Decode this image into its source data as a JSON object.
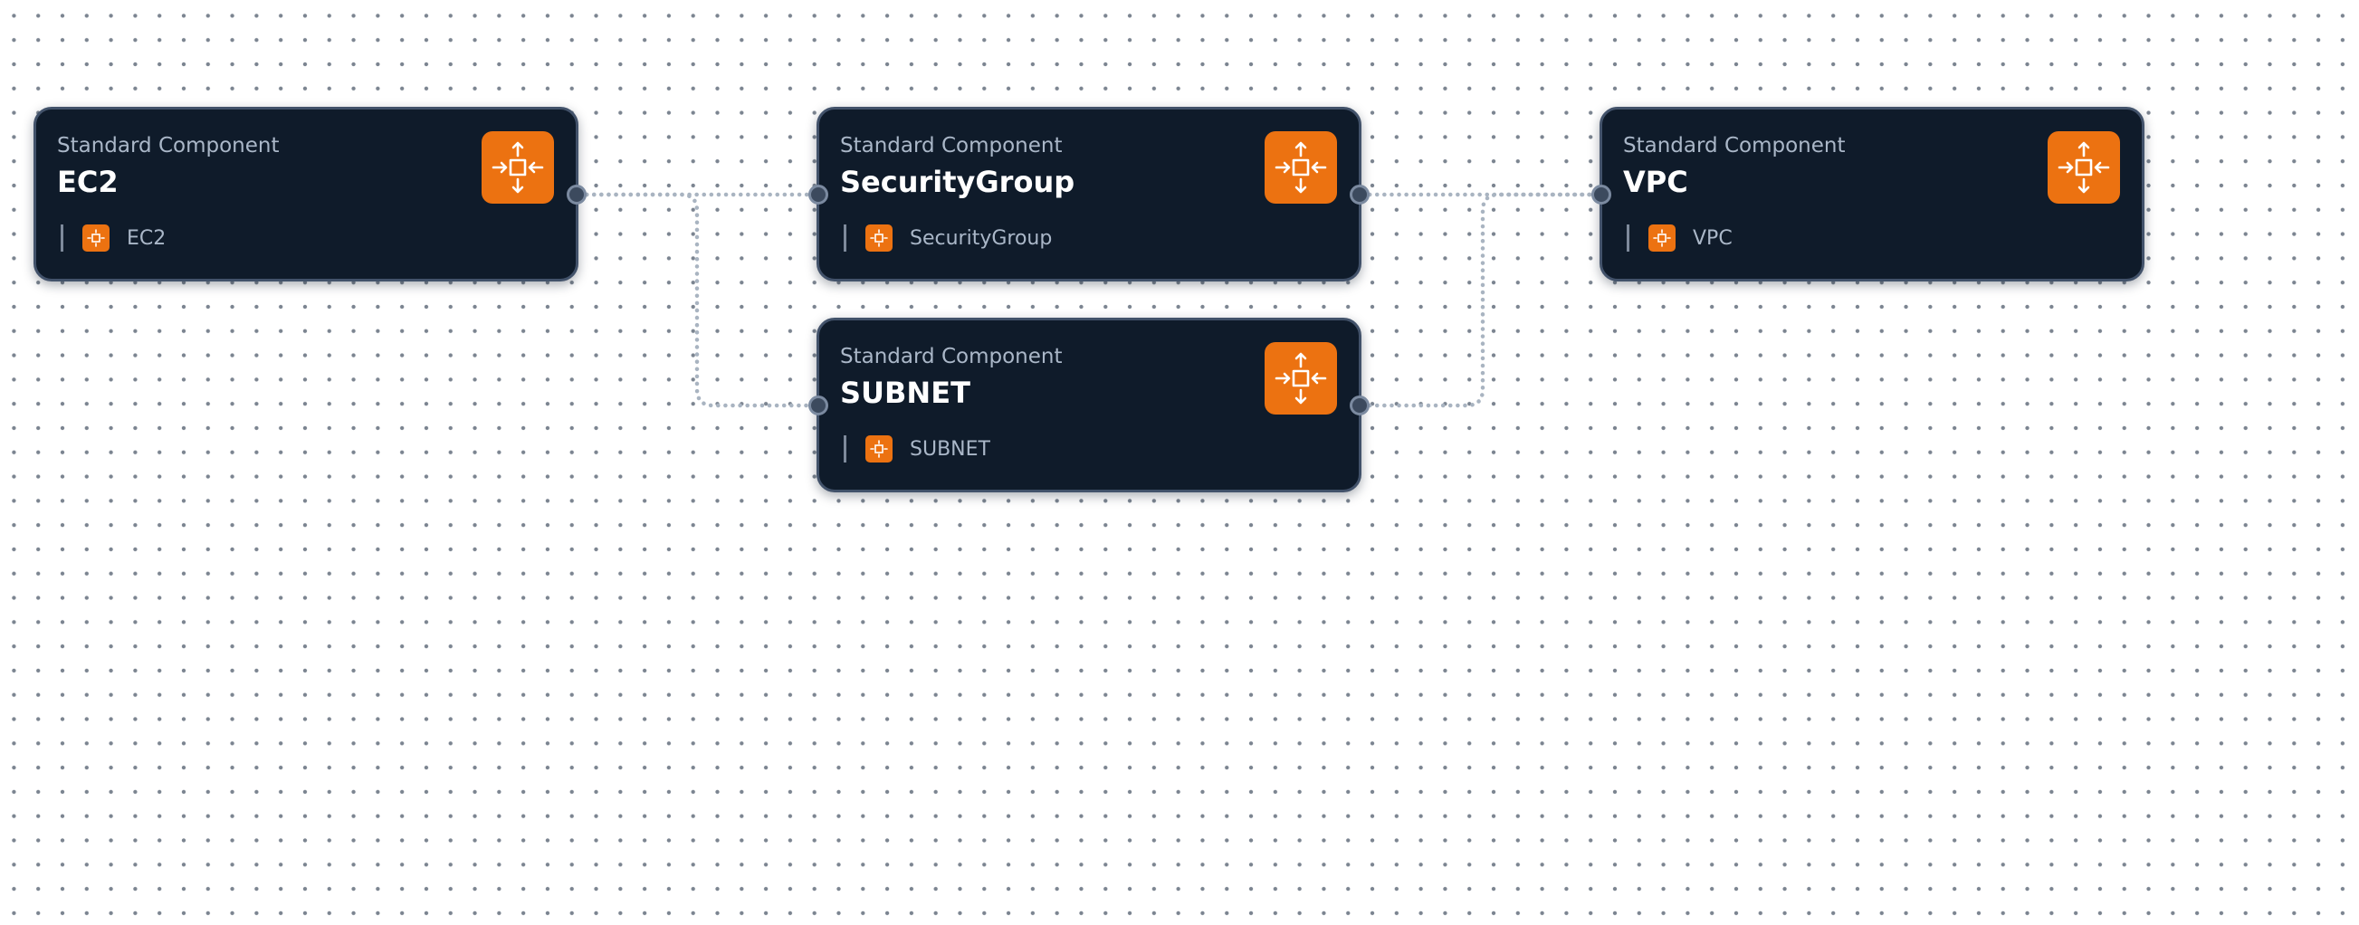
{
  "diagram": {
    "nodes": [
      {
        "id": "ec2",
        "kind": "Standard Component",
        "title": "EC2",
        "meta_label": "EC2",
        "icon": "component-move-icon"
      },
      {
        "id": "securitygroup",
        "kind": "Standard Component",
        "title": "SecurityGroup",
        "meta_label": "SecurityGroup",
        "icon": "component-move-icon"
      },
      {
        "id": "vpc",
        "kind": "Standard Component",
        "title": "VPC",
        "meta_label": "VPC",
        "icon": "component-move-icon"
      },
      {
        "id": "subnet",
        "kind": "Standard Component",
        "title": "SUBNET",
        "meta_label": "SUBNET",
        "icon": "component-move-icon"
      }
    ],
    "edges": [
      {
        "from": "ec2",
        "to": "securitygroup"
      },
      {
        "from": "ec2",
        "to": "subnet"
      },
      {
        "from": "securitygroup",
        "to": "vpc"
      },
      {
        "from": "subnet",
        "to": "vpc"
      }
    ],
    "colors": {
      "node_background": "#0f1b2a",
      "node_border": "#42526a",
      "accent": "#ec7211",
      "edge": "#a9b4c1",
      "canvas_dot": "#7b8490"
    }
  }
}
